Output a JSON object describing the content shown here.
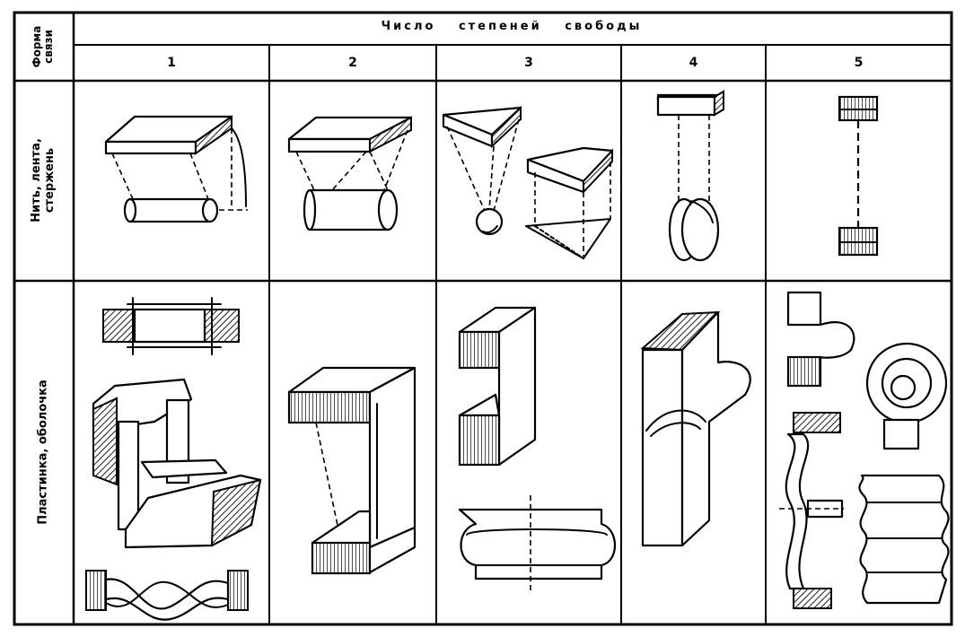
{
  "table": {
    "corner_header": [
      "Форма",
      "связи"
    ],
    "top_header": "Число степеней свободы",
    "columns": [
      "1",
      "2",
      "3",
      "4",
      "5"
    ],
    "rows": [
      {
        "label": [
          "Нить, лента,",
          "стержень"
        ]
      },
      {
        "label": [
          "Пластинка, оболочка"
        ]
      }
    ]
  }
}
